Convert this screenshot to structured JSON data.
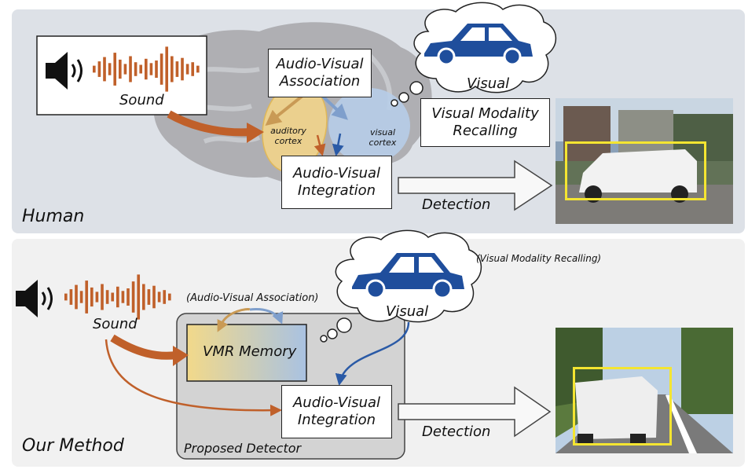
{
  "top": {
    "sound_label": "Sound",
    "association_label": "Audio-Visual Association",
    "auditory_label": "auditory cortex",
    "visual_cortex_label": "visual cortex",
    "visual_label": "Visual",
    "recall_label": "Visual Modality Recalling",
    "integration_label": "Audio-Visual Integration",
    "detection_label": "Detection",
    "panel_label": "Human"
  },
  "bottom": {
    "sound_label": "Sound",
    "association_label": "(Audio-Visual Association)",
    "recall_label": "(Visual Modality Recalling)",
    "visual_label": "Visual",
    "memory_label": "VMR Memory",
    "integration_label": "Audio-Visual Integration",
    "detection_label": "Detection",
    "detector_label": "Proposed Detector",
    "panel_label": "Our Method"
  },
  "colors": {
    "sound": "#c0602a",
    "car": "#1f4e9c",
    "bbox": "#f4e531"
  }
}
